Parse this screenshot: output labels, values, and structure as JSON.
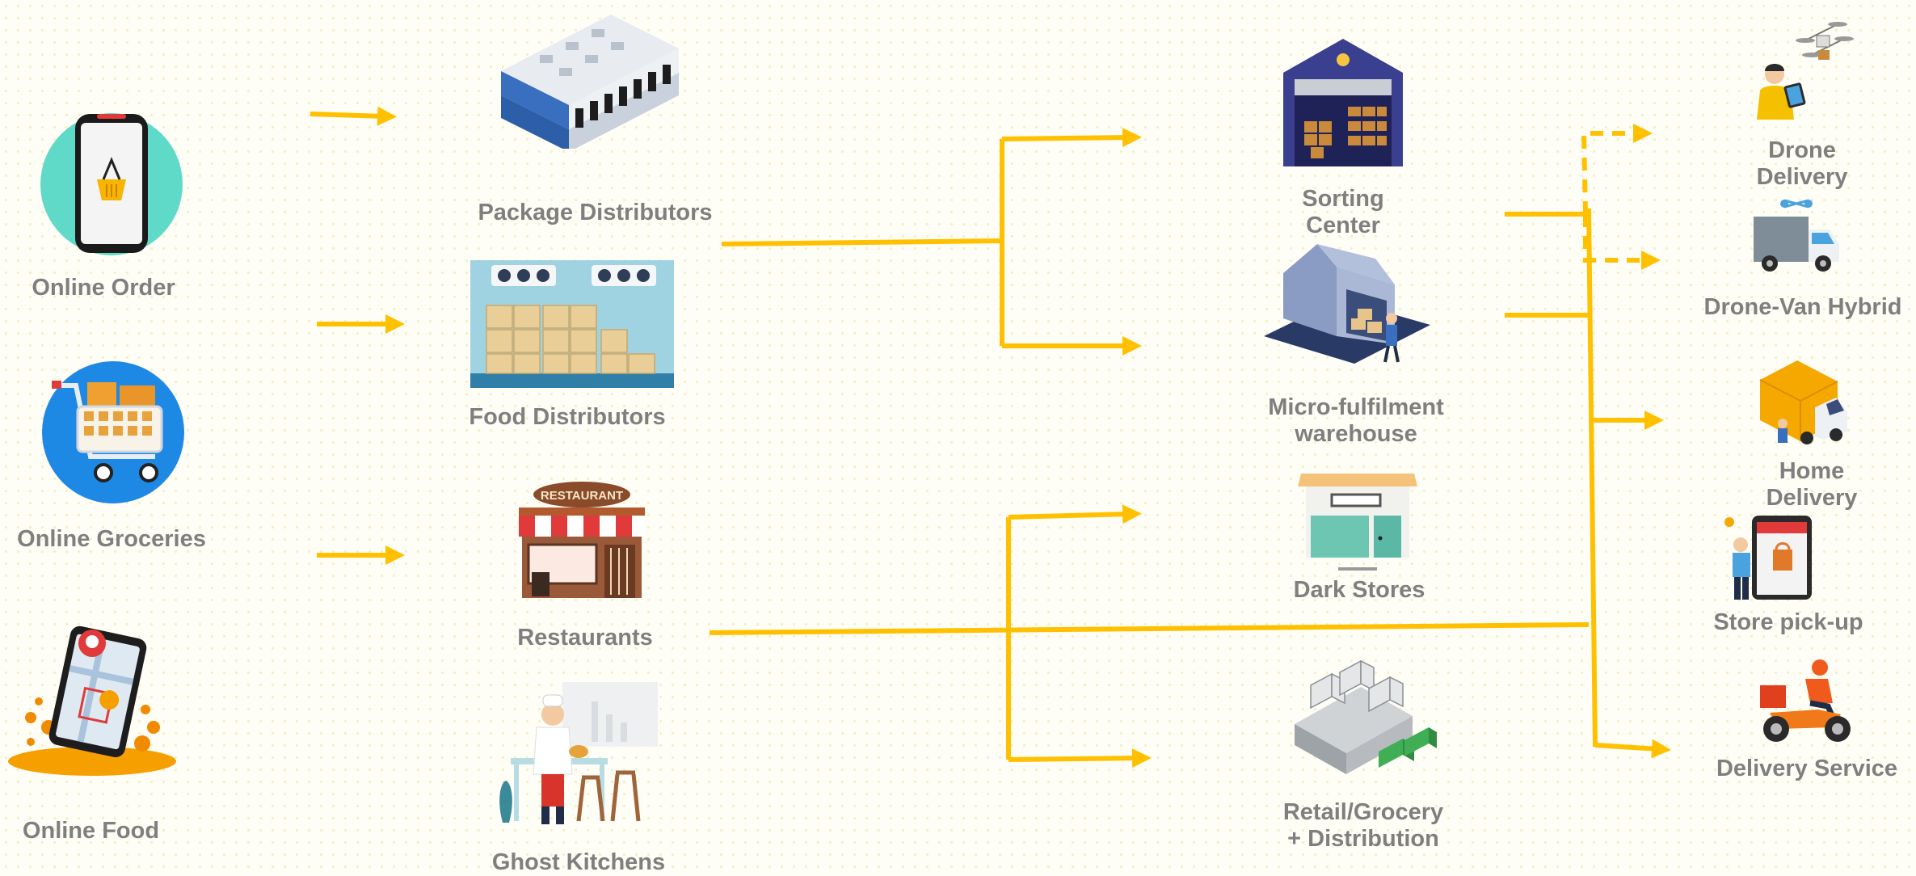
{
  "sources": {
    "online_order": "Online Order",
    "online_groceries": "Online Groceries",
    "online_food": "Online Food"
  },
  "suppliers": {
    "package_distributors": "Package Distributors",
    "food_distributors": "Food Distributors",
    "restaurants": "Restaurants",
    "restaurant_sign": "RESTAURANT",
    "ghost_kitchens": "Ghost Kitchens"
  },
  "hubs": {
    "sorting_center_line1": "Sorting",
    "sorting_center_line2": "Center",
    "micro_fulfilment_line1": "Micro-fulfilment",
    "micro_fulfilment_line2": "warehouse",
    "dark_stores": "Dark Stores",
    "retail_grocery_line1": "Retail/Grocery",
    "retail_grocery_line2": "+ Distribution"
  },
  "delivery": {
    "drone_line1": "Drone",
    "drone_line2": "Delivery",
    "drone_van_hybrid": "Drone-Van Hybrid",
    "home_line1": "Home",
    "home_line2": "Delivery",
    "store_pickup": "Store pick-up",
    "delivery_service": "Delivery Service"
  },
  "colors": {
    "arrow": "#ffc000",
    "label": "#7f7f7f",
    "background": "#fffef6"
  }
}
